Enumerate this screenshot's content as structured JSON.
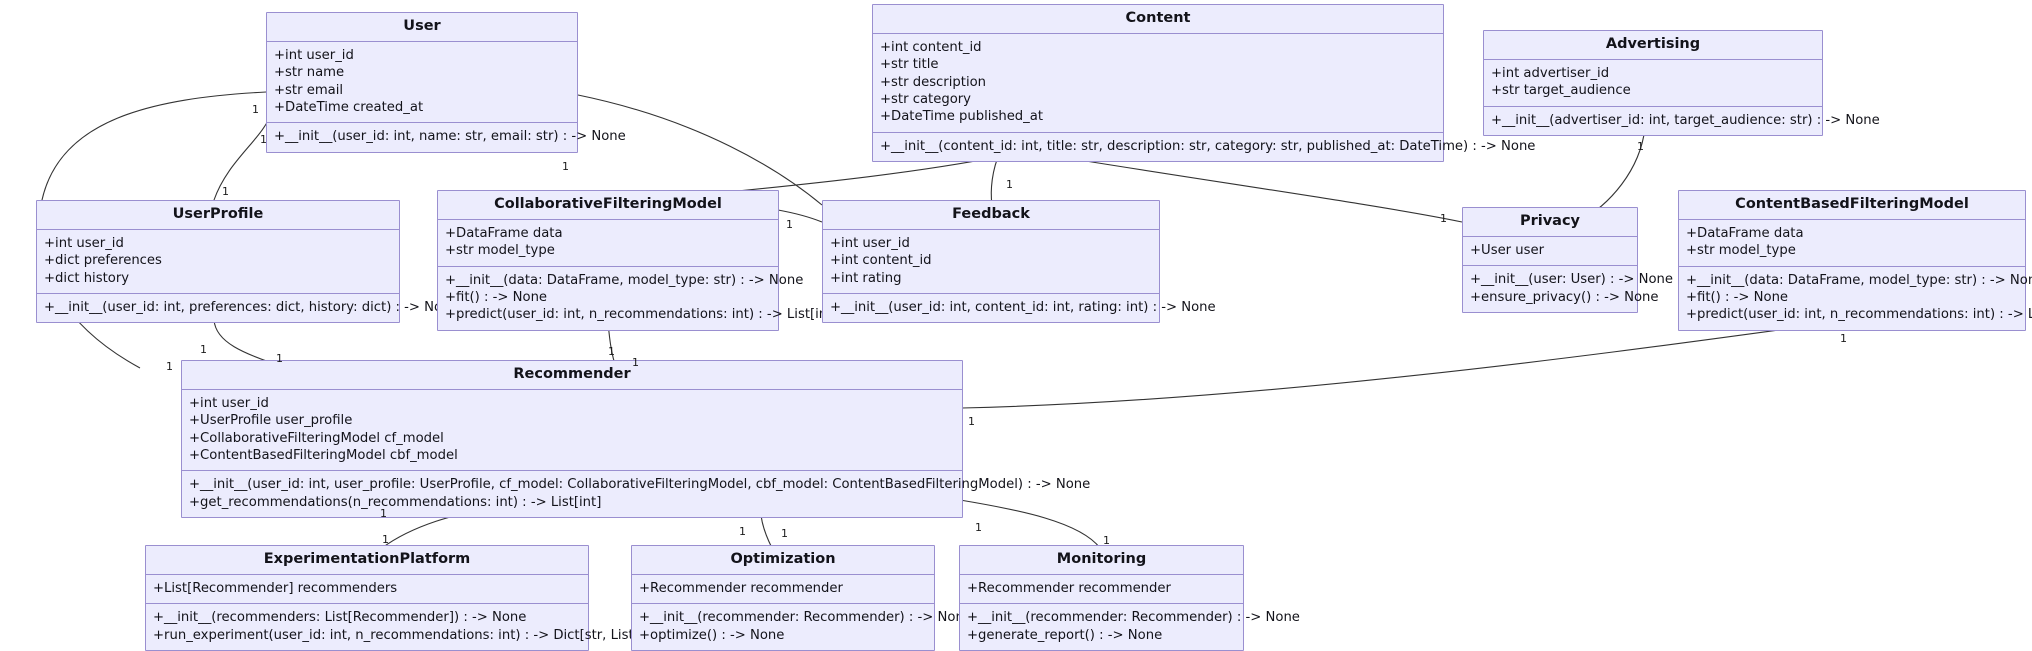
{
  "diagram": {
    "kind": "uml-class-diagram",
    "background": "#ffffff",
    "box_fill": "#ececfd",
    "box_border": "#9a8fd0",
    "edge_color": "#333333",
    "text_color": "#13131a",
    "multiplicity_label": "1"
  },
  "classes": {
    "user": {
      "name": "User",
      "attributes": [
        "+int user_id",
        "+str name",
        "+str email",
        "+DateTime created_at"
      ],
      "methods": [
        "+__init__(user_id: int, name: str, email: str) : -> None"
      ]
    },
    "content": {
      "name": "Content",
      "attributes": [
        "+int content_id",
        "+str title",
        "+str description",
        "+str category",
        "+DateTime published_at"
      ],
      "methods": [
        "+__init__(content_id: int, title: str, description: str, category: str, published_at: DateTime) : -> None"
      ]
    },
    "advertising": {
      "name": "Advertising",
      "attributes": [
        "+int advertiser_id",
        "+str target_audience"
      ],
      "methods": [
        "+__init__(advertiser_id: int, target_audience: str) : -> None"
      ]
    },
    "userprofile": {
      "name": "UserProfile",
      "attributes": [
        "+int user_id",
        "+dict preferences",
        "+dict history"
      ],
      "methods": [
        "+__init__(user_id: int, preferences: dict, history: dict) : -> None"
      ]
    },
    "collaborative": {
      "name": "CollaborativeFilteringModel",
      "attributes": [
        "+DataFrame data",
        "+str model_type"
      ],
      "methods": [
        "+__init__(data: DataFrame, model_type: str) : -> None",
        "+fit() : -> None",
        "+predict(user_id: int, n_recommendations: int) : -> List[int]"
      ]
    },
    "feedback": {
      "name": "Feedback",
      "attributes": [
        "+int user_id",
        "+int content_id",
        "+int rating"
      ],
      "methods": [
        "+__init__(user_id: int, content_id: int, rating: int) : -> None"
      ]
    },
    "privacy": {
      "name": "Privacy",
      "attributes": [
        "+User user"
      ],
      "methods": [
        "+__init__(user: User) : -> None",
        "+ensure_privacy() : -> None"
      ]
    },
    "contentbased": {
      "name": "ContentBasedFilteringModel",
      "attributes": [
        "+DataFrame data",
        "+str model_type"
      ],
      "methods": [
        "+__init__(data: DataFrame, model_type: str) : -> None",
        "+fit() : -> None",
        "+predict(user_id: int, n_recommendations: int) : -> List[int]"
      ]
    },
    "recommender": {
      "name": "Recommender",
      "attributes": [
        "+int user_id",
        "+UserProfile user_profile",
        "+CollaborativeFilteringModel cf_model",
        "+ContentBasedFilteringModel cbf_model"
      ],
      "methods": [
        "+__init__(user_id: int, user_profile: UserProfile, cf_model: CollaborativeFilteringModel, cbf_model: ContentBasedFilteringModel) : -> None",
        "+get_recommendations(n_recommendations: int) : -> List[int]"
      ]
    },
    "experimentation": {
      "name": "ExperimentationPlatform",
      "attributes": [
        "+List[Recommender] recommenders"
      ],
      "methods": [
        "+__init__(recommenders: List[Recommender]) : -> None",
        "+run_experiment(user_id: int, n_recommendations: int) : -> Dict[str, List[int]]"
      ]
    },
    "optimization": {
      "name": "Optimization",
      "attributes": [
        "+Recommender recommender"
      ],
      "methods": [
        "+__init__(recommender: Recommender) : -> None",
        "+optimize() : -> None"
      ]
    },
    "monitoring": {
      "name": "Monitoring",
      "attributes": [
        "+Recommender recommender"
      ],
      "methods": [
        "+__init__(recommender: Recommender) : -> None",
        "+generate_report() : -> None"
      ]
    }
  },
  "multiplicities": [
    {
      "id": "m-user-userprofile-a",
      "label": "1"
    },
    {
      "id": "m-user-userprofile-b",
      "label": "1"
    },
    {
      "id": "m-user-recommender-a",
      "label": "1"
    },
    {
      "id": "m-user-recommender-b",
      "label": "1"
    },
    {
      "id": "m-user-privacy",
      "label": "1"
    },
    {
      "id": "m-userprofile-recommender-a",
      "label": "1"
    },
    {
      "id": "m-userprofile-recommender-b",
      "label": "1"
    },
    {
      "id": "m-content-feedback",
      "label": "1"
    },
    {
      "id": "m-content-collab",
      "label": "1"
    },
    {
      "id": "m-collab-feedback",
      "label": "1"
    },
    {
      "id": "m-collab-recommender",
      "label": "1"
    },
    {
      "id": "m-advertising-privacy",
      "label": "1"
    },
    {
      "id": "m-cbf-recommender",
      "label": "1"
    },
    {
      "id": "m-recommender-experiment-a",
      "label": "1"
    },
    {
      "id": "m-recommender-experiment-b",
      "label": "1"
    },
    {
      "id": "m-recommender-optimization-a",
      "label": "1"
    },
    {
      "id": "m-recommender-optimization-b",
      "label": "1"
    },
    {
      "id": "m-recommender-monitoring-a",
      "label": "1"
    },
    {
      "id": "m-recommender-monitoring-b",
      "label": "1"
    }
  ]
}
